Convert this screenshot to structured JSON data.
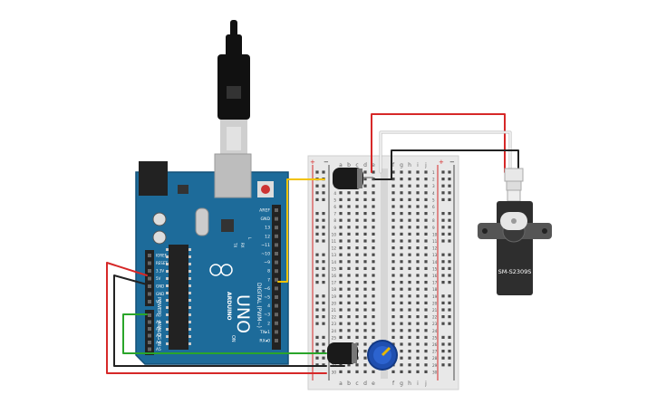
{
  "arduino": {
    "model": "UNO",
    "brand": "ARDUINO",
    "digital_label": "DIGITAL (PWM~)",
    "power_label": "POWER",
    "analog_label": "ANALOG IN",
    "on_label": "ON",
    "tx_label": "TX",
    "rx_label": "RX",
    "l_label": "L",
    "pins_digital": [
      "AREF",
      "GND",
      "13",
      "12",
      "~11",
      "~10",
      "~9",
      "8",
      "7",
      "~6",
      "~5",
      "4",
      "~3",
      "2",
      "TX▸1",
      "RX◂0"
    ],
    "pins_power": [
      "IOREF",
      "RESET",
      "3.3V",
      "5V",
      "GND",
      "GND",
      "Vin"
    ],
    "pins_analog": [
      "A0",
      "A1",
      "A2",
      "A3",
      "A4",
      "A5"
    ]
  },
  "breadboard": {
    "column_letters_left": [
      "a",
      "b",
      "c",
      "d",
      "e"
    ],
    "column_letters_right": [
      "f",
      "g",
      "h",
      "i",
      "j"
    ],
    "plus": "+",
    "minus": "−",
    "row_labels": [
      "1",
      "2",
      "3",
      "4",
      "5",
      "6",
      "7",
      "8",
      "9",
      "10",
      "11",
      "12",
      "13",
      "14",
      "15",
      "16",
      "17",
      "18",
      "19",
      "20",
      "21",
      "22",
      "23",
      "24",
      "25",
      "26",
      "27",
      "28",
      "29",
      "30"
    ]
  },
  "servo": {
    "label": "SM-S2309S"
  },
  "colors": {
    "arduino_board": "#1d6b9a",
    "breadboard": "#e8e8e8",
    "wire_red": "#d62828",
    "wire_black": "#222222",
    "wire_yellow": "#f2c200",
    "wire_green": "#2aa52a",
    "wire_white": "#f0f0f0",
    "servo_body": "#2e2e2e",
    "pot_blue": "#1f4fb0"
  }
}
